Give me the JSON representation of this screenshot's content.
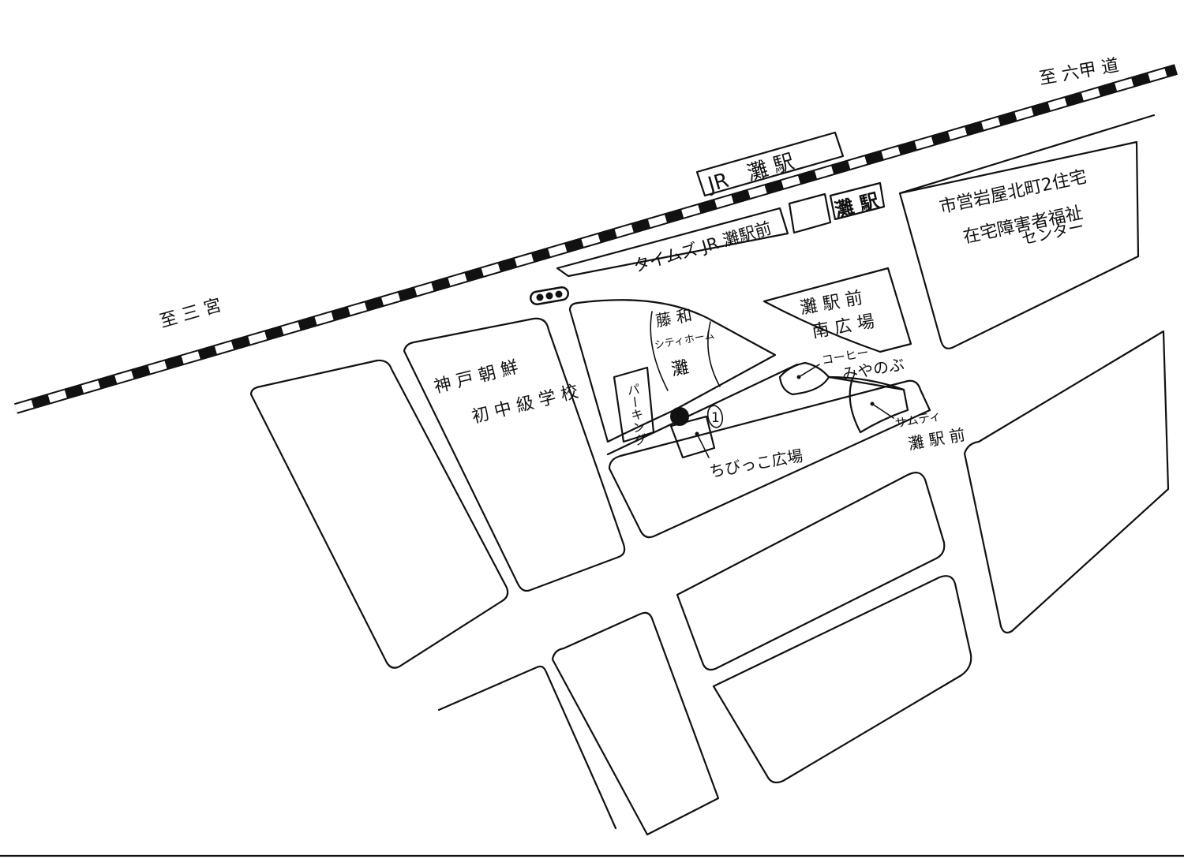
{
  "map": {
    "direction_sannomiya": "至 三 宮",
    "direction_rokkomichi": "至 六甲 道",
    "jr_station": "JR　灘 駅",
    "hankyu_station": "灘 駅",
    "parking_times": "タイムズ JR 灘駅前",
    "city_housing_line1": "市営岩屋北町2住宅",
    "city_housing_line2": "在宅障害者福祉",
    "city_housing_line3": "センター",
    "south_plaza_line1": "灘 駅 前",
    "south_plaza_line2": "南 広 場",
    "fujiwa_line1": "藤 和",
    "fujiwa_line2": "シティホーム",
    "fujiwa_line3": "灘",
    "parking_vertical": "パーキング",
    "school_line1": "神 戸 朝 鮮",
    "school_line2": "初 中 級 学 校",
    "coffee_line1": "コーヒー",
    "coffee_line2": "みやのぶ",
    "samty_line1": "サムティ",
    "samty_line2": "灘 駅 前",
    "chibikko_plaza": "ちびっこ広場",
    "marker_number": "1"
  }
}
